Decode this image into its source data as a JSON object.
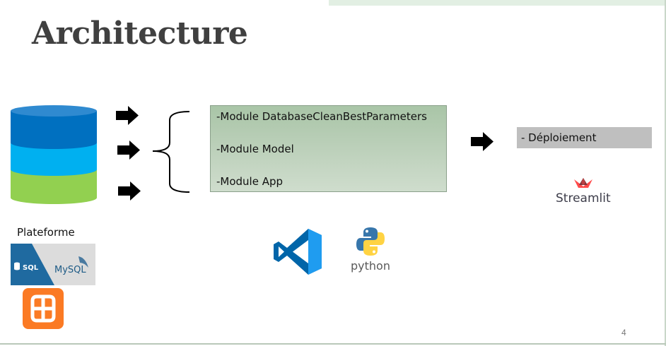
{
  "slide": {
    "title": "Architecture",
    "modules": [
      "-Module DatabaseCleanBestParameters",
      "-Module Model",
      "-Module App"
    ],
    "deployment_label": "- Déploiement",
    "platform_label": "Plateforme",
    "page_number": "4"
  },
  "logos": {
    "streamlit": "Streamlit",
    "python": "python",
    "sql": "SQL",
    "mysql": "MySQL"
  },
  "icons": {
    "database": "database-stack-icon",
    "arrow": "right-arrow-icon",
    "brace": "curly-brace-icon"
  },
  "colors": {
    "db_top": "#0070c0",
    "db_middle": "#00b0f0",
    "db_bottom": "#92d050",
    "module_box": "#b8cfb6",
    "deploy_box": "#bfbfbf",
    "xampp": "#fb7a24",
    "vscode": "#0065a9",
    "streamlit": "#ff4b4b"
  }
}
